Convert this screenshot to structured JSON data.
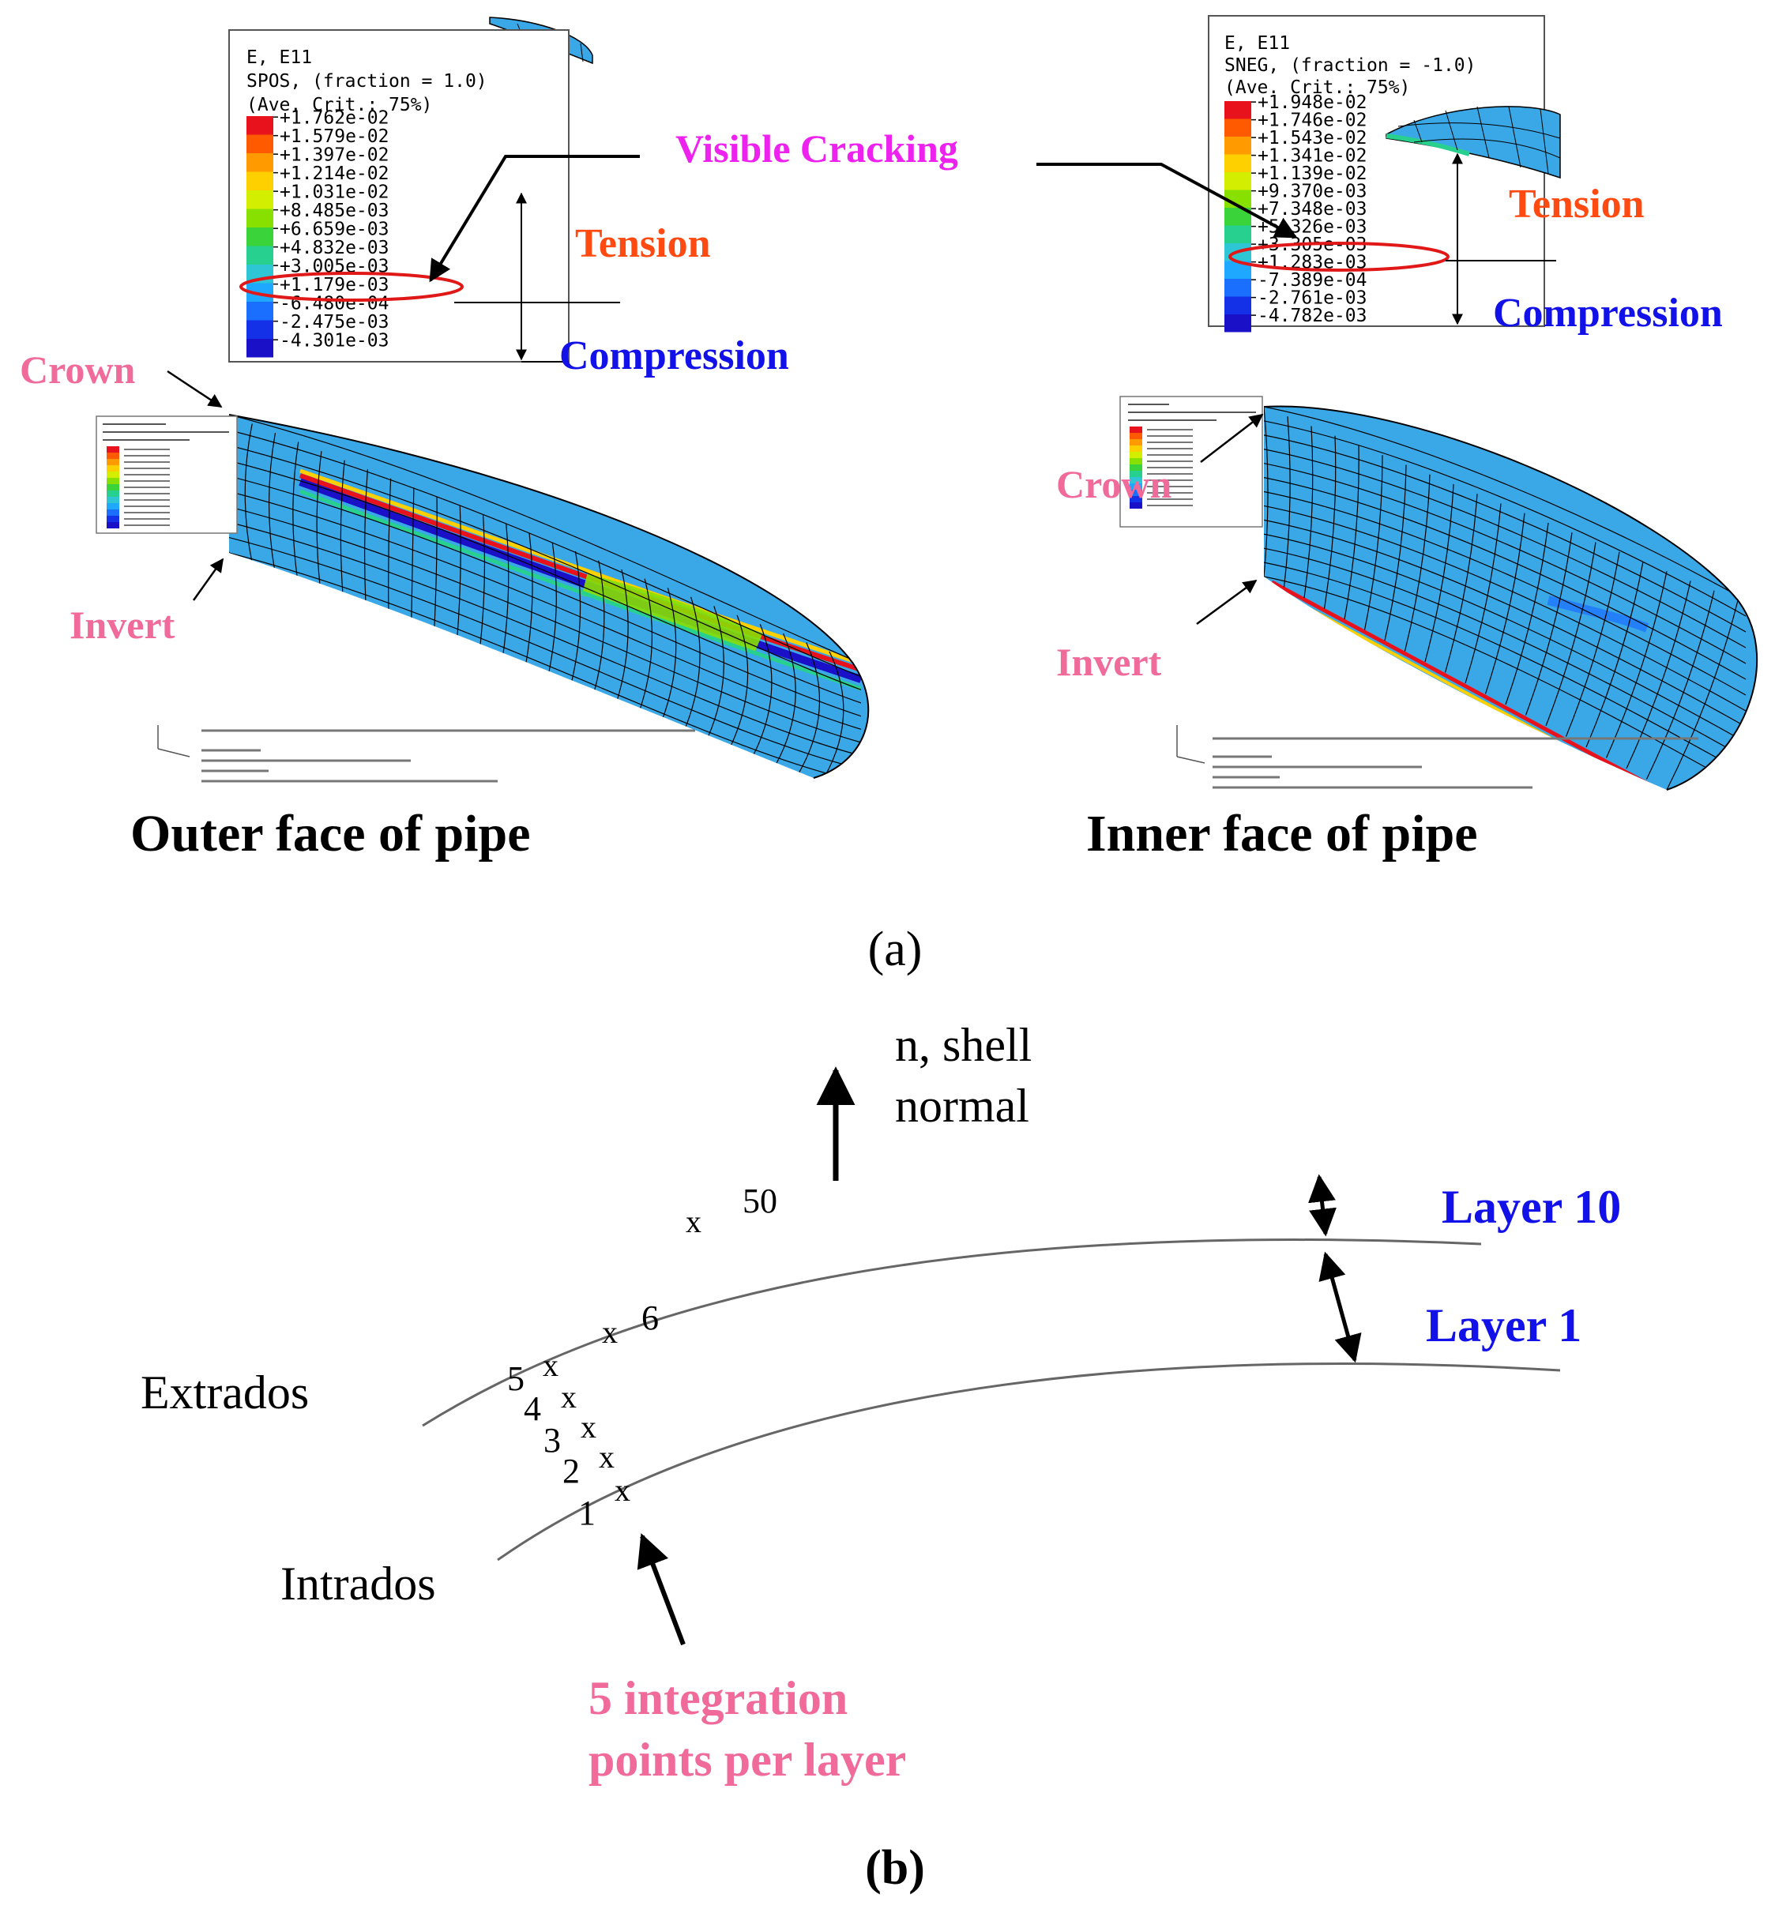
{
  "panel_a": {
    "outer_legend": {
      "variable": "E, E11",
      "section": "SPOS, (fraction = 1.0)",
      "averaging": "(Ave. Crit.: 75%)",
      "values": [
        "+1.762e-02",
        "+1.579e-02",
        "+1.397e-02",
        "+1.214e-02",
        "+1.031e-02",
        "+8.485e-03",
        "+6.659e-03",
        "+4.832e-03",
        "+3.005e-03",
        "+1.179e-03",
        "-6.480e-04",
        "-2.475e-03",
        "-4.301e-03"
      ],
      "colors": [
        "#e8121c",
        "#ff5a00",
        "#ff9a00",
        "#ffd000",
        "#d4ee00",
        "#88e000",
        "#3ad43a",
        "#28d090",
        "#2ec6d4",
        "#1fa8ff",
        "#1b6fff",
        "#1431e8",
        "#1a10c8"
      ]
    },
    "inner_legend": {
      "variable": "E, E11",
      "section": "SNEG, (fraction = -1.0)",
      "averaging": "(Ave. Crit.: 75%)",
      "values": [
        "+1.948e-02",
        "+1.746e-02",
        "+1.543e-02",
        "+1.341e-02",
        "+1.139e-02",
        "+9.370e-03",
        "+7.348e-03",
        "+5.326e-03",
        "+3.305e-03",
        "+1.283e-03",
        "-7.389e-04",
        "-2.761e-03",
        "-4.782e-03"
      ],
      "colors": [
        "#e8121c",
        "#ff5a00",
        "#ff9a00",
        "#ffd000",
        "#d4ee00",
        "#88e000",
        "#3ad43a",
        "#28d090",
        "#2ec6d4",
        "#1fa8ff",
        "#1b6fff",
        "#1431e8",
        "#1a10c8"
      ]
    },
    "visible_cracking": "Visible Cracking",
    "tension": "Tension",
    "compression": "Compression",
    "crown": "Crown",
    "invert": "Invert",
    "outer_caption": "Outer face of pipe",
    "inner_caption": "Inner face of pipe",
    "label": "(a)",
    "colors": {
      "pipe_blue": "#3aa8e6",
      "magenta": "#ee22ee",
      "tension_red": "#ff4a12",
      "compression_blue": "#1212e8",
      "pink": "#f06a9a",
      "highlight_red": "#e01818"
    }
  },
  "panel_b": {
    "normal_label_1": "n, shell",
    "normal_label_2": "normal",
    "layer_10": "Layer 10",
    "layer_1": "Layer 1",
    "extrados": "Extrados",
    "intrados": "Intrados",
    "integration_1": "5 integration",
    "integration_2": "points per layer",
    "point_50": "50",
    "point_6": "6",
    "points": [
      "1",
      "2",
      "3",
      "4",
      "5"
    ],
    "x_mark": "x",
    "label": "(b)"
  }
}
